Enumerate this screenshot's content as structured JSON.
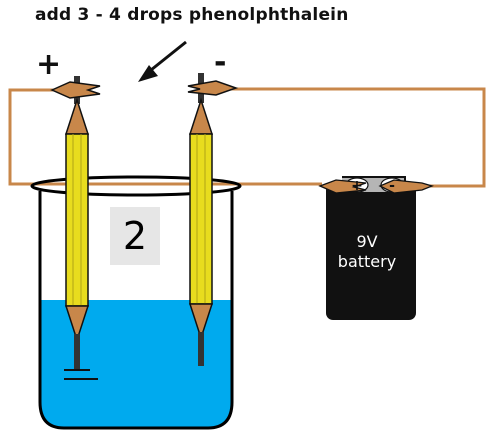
{
  "instruction": "add 3 - 4 drops phenolphthalein",
  "terminals": {
    "positive": "+",
    "negative": "-"
  },
  "step_number": "2",
  "battery": {
    "voltage": "9V",
    "label": "battery",
    "terminal_positive": "+",
    "terminal_negative": "-"
  },
  "colors": {
    "wire": "#c8874a",
    "water": "#00aaee",
    "pencil_body": "#e8dc1e",
    "pencil_tip": "#c8874a",
    "graphite": "#333333",
    "battery_body": "#111111"
  }
}
